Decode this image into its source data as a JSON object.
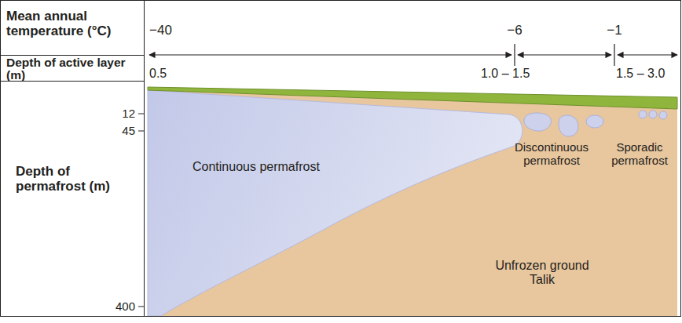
{
  "diagram": {
    "labels": [
      "Mean annual temperature (°C)",
      "−40",
      "−6",
      "−1",
      "Depth of active layer (m)",
      "0.5",
      "1.0 – 1.5",
      "1.5 – 3.0",
      "Depth of permafrost (m)",
      "12",
      "45",
      "400",
      "Continuous permafrost",
      "Discontinuous permafrost",
      "Sporadic permafrost",
      "Unfrozen ground Talik"
    ]
  }
}
